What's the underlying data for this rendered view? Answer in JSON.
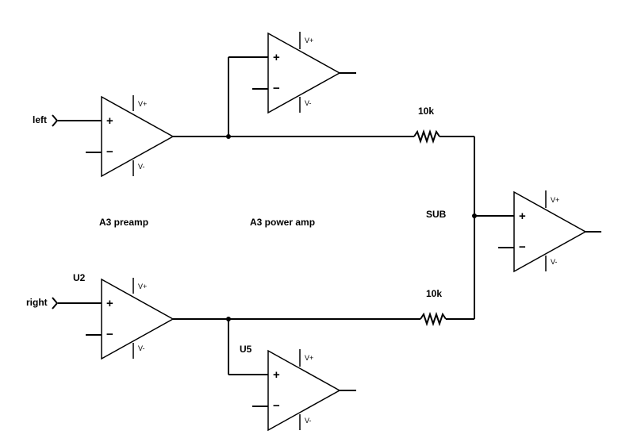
{
  "labels": {
    "left_input": "left",
    "right_input": "right",
    "preamp": "A3 preamp",
    "power_amp": "A3 power amp",
    "sub": "SUB",
    "u2": "U2",
    "u5": "U5",
    "resistor_top": "10k",
    "resistor_bottom": "10k"
  },
  "pins": {
    "vplus": "V+",
    "vminus": "V-",
    "plus": "+",
    "minus": "−"
  }
}
